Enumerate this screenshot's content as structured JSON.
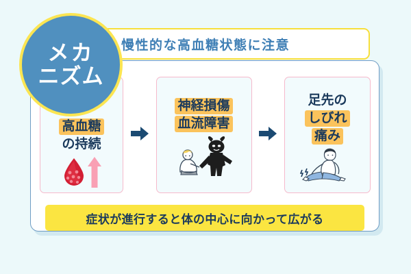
{
  "background_color": "#ecf9fa",
  "badge": {
    "line1": "メカ",
    "line2": "ニズム",
    "fill_color": "#5090bf",
    "ring_color": "#fbe552"
  },
  "title": {
    "text": "慢性的な高血糖状態に注意",
    "text_color": "#3f7fb5",
    "border_color": "#f7df3a"
  },
  "card": {
    "border_color": "#6f9cc4",
    "background_color": "#ffffff"
  },
  "highlight_color": "#fbc35c",
  "text_color": "#1b3a5c",
  "step_border_color": "#f6b9cb",
  "step_background_color": "#f2fbfd",
  "arrow_color": "#1b4a72",
  "steps": [
    {
      "id": "step-1",
      "labels": [
        {
          "text": "高血糖",
          "highlighted": true
        },
        {
          "text": "の持続",
          "highlighted": false
        }
      ],
      "illustration": "blood-drop-rising-glucose-icon"
    },
    {
      "id": "step-2",
      "labels": [
        {
          "text": "神経損傷",
          "highlighted": true
        },
        {
          "text": "血流障害",
          "highlighted": true
        }
      ],
      "illustration": "demon-attacking-person-icon"
    },
    {
      "id": "step-3",
      "labels": [
        {
          "text": "足先の",
          "highlighted": false
        },
        {
          "text": "しびれ",
          "highlighted": true
        },
        {
          "text": "痛み",
          "highlighted": true
        }
      ],
      "illustration": "seated-person-leg-pain-icon"
    }
  ],
  "arrows": [
    {
      "id": "arrow-1",
      "glyph": "right-arrow-icon"
    },
    {
      "id": "arrow-2",
      "glyph": "right-arrow-icon"
    }
  ],
  "footer": {
    "text": "症状が進行すると体の中心に向かって広がる",
    "background_color": "#fbe541",
    "text_color": "#1b3a5c"
  }
}
